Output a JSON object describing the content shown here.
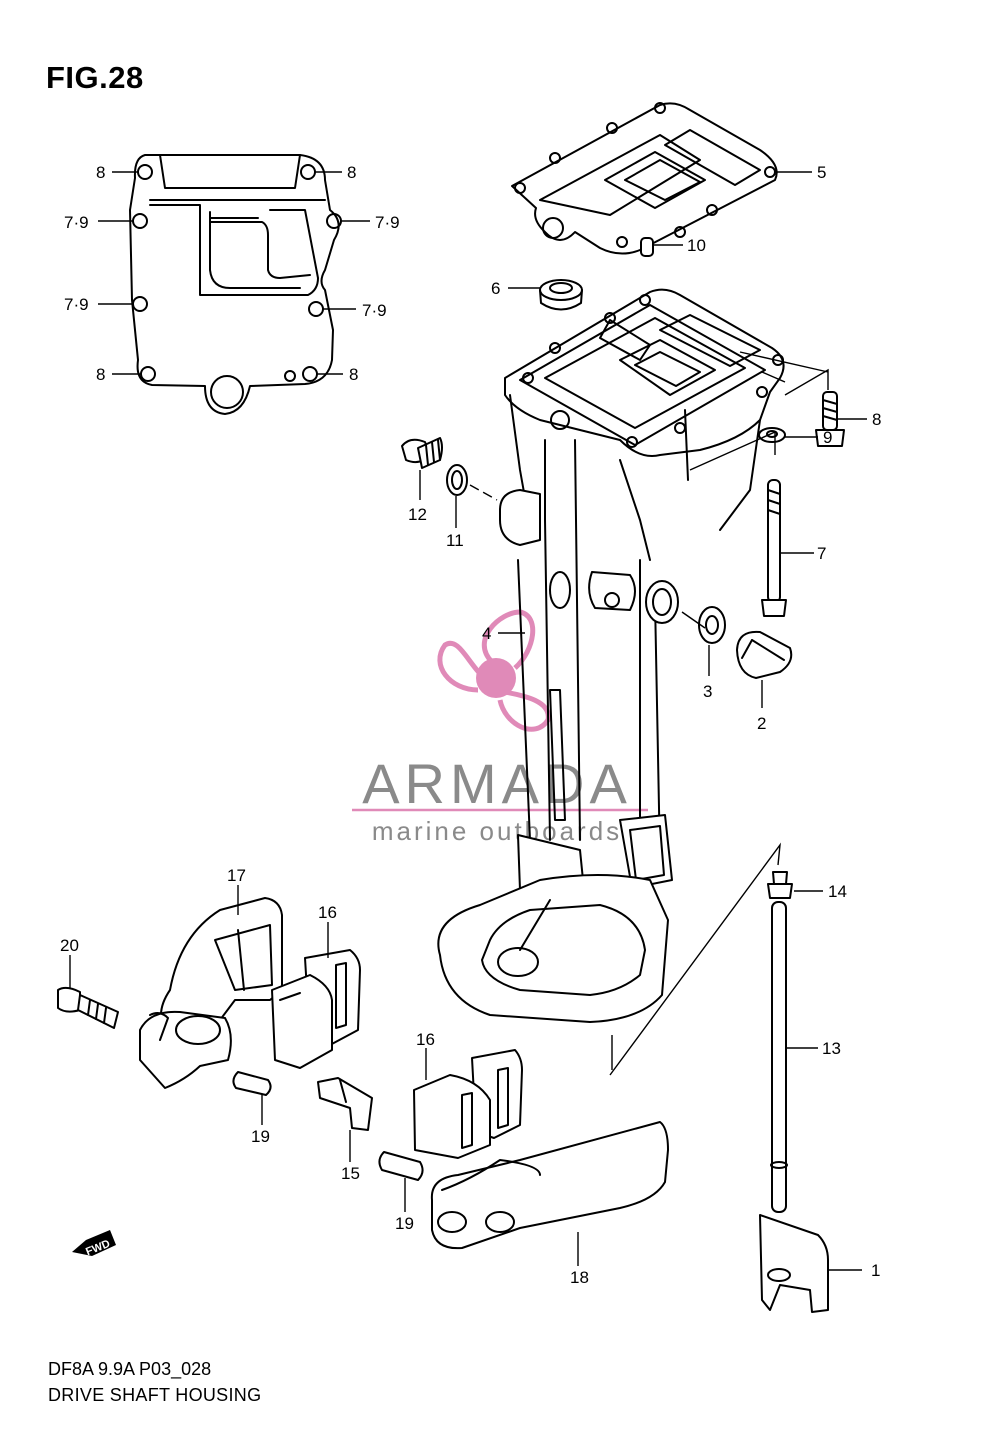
{
  "figure": {
    "title": "FIG.28",
    "code": "DF8A 9.9A P03_028",
    "name": "DRIVE SHAFT HOUSING"
  },
  "watermark": {
    "brand": "ARMADA",
    "tagline": "marine outboards",
    "brand_color": "#8a8a8a",
    "accent_color": "#e08ab8"
  },
  "fwd_badge": "FWD",
  "callouts": {
    "gasket_top_left_1": "8",
    "gasket_top_right_1": "8",
    "gasket_left_2": "7·9",
    "gasket_right_2": "7·9",
    "gasket_left_3": "7·9",
    "gasket_right_3": "7·9",
    "gasket_bottom_left": "8",
    "gasket_bottom_right": "8",
    "p5": "5",
    "p6": "6",
    "p10": "10",
    "p8": "8",
    "p9": "9",
    "p7": "7",
    "p12": "12",
    "p11": "11",
    "p4": "4",
    "p3": "3",
    "p2": "2",
    "p14": "14",
    "p13": "13",
    "p1": "1",
    "p17": "17",
    "p16a": "16",
    "p20": "20",
    "p19a": "19",
    "p15": "15",
    "p16b": "16",
    "p19b": "19",
    "p18": "18"
  }
}
